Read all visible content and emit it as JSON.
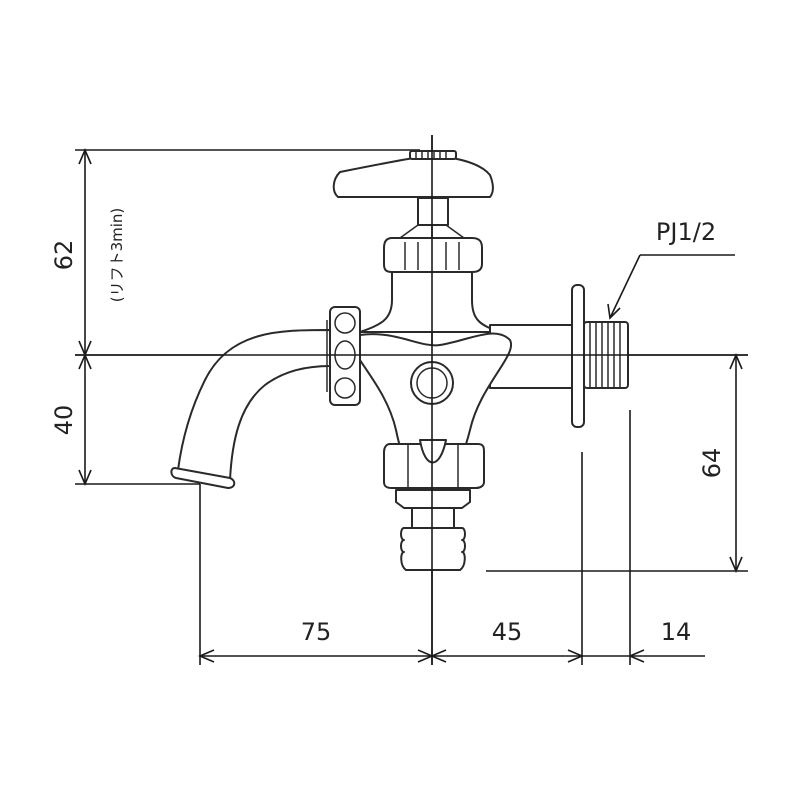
{
  "drawing": {
    "subject": "two-way faucet (dimensioned front view)",
    "line_color": "#1a1a1a",
    "background": "#ffffff"
  },
  "dimensions": {
    "height_top": {
      "value": "62",
      "note": "(リフト3min)"
    },
    "height_spout": {
      "value": "40"
    },
    "height_right": {
      "value": "64"
    },
    "width_spout": {
      "value": "75"
    },
    "width_mid": {
      "value": "45"
    },
    "width_right": {
      "value": "14"
    }
  },
  "callouts": {
    "thread": "PJ1/2"
  }
}
